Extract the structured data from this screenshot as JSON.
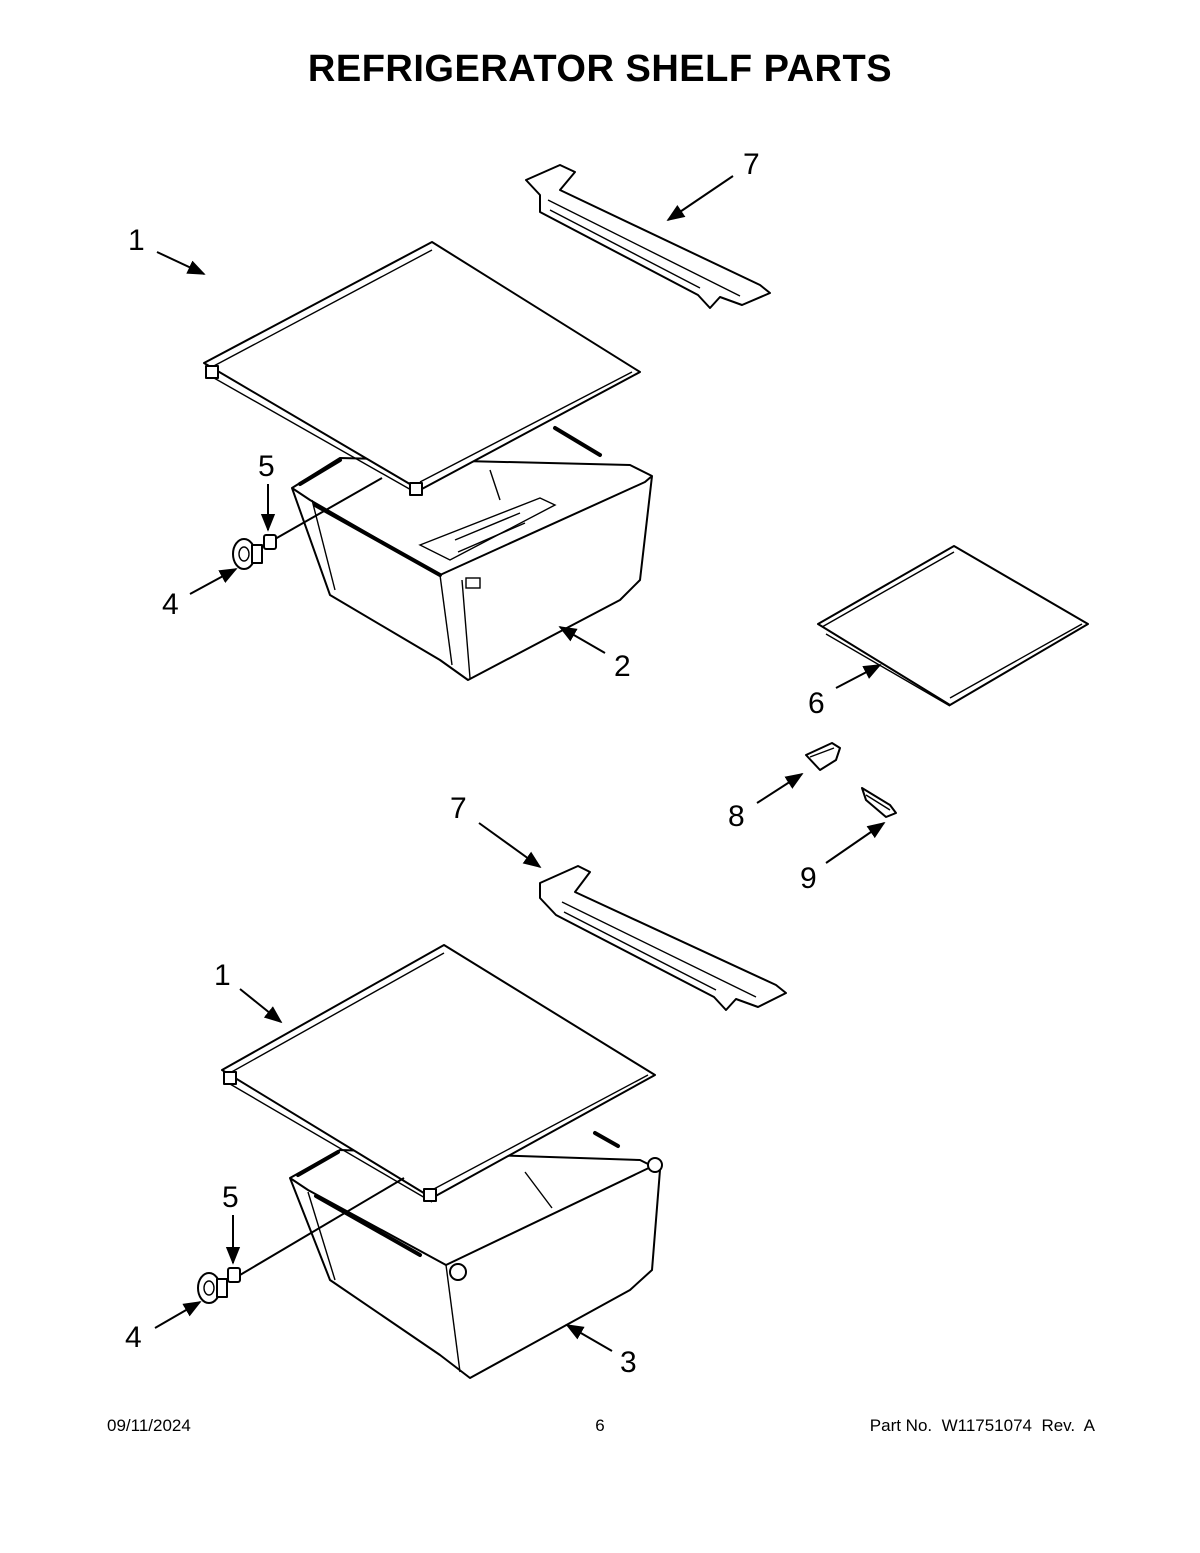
{
  "page": {
    "title": "REFRIGERATOR SHELF PARTS"
  },
  "callouts": [
    "1",
    "7",
    "5",
    "4",
    "2",
    "6",
    "8",
    "9",
    "7",
    "1",
    "5",
    "4",
    "3"
  ],
  "footer": {
    "date": "09/11/2024",
    "page_number": "6",
    "part_number": "Part No.  W11751074  Rev.  A"
  }
}
